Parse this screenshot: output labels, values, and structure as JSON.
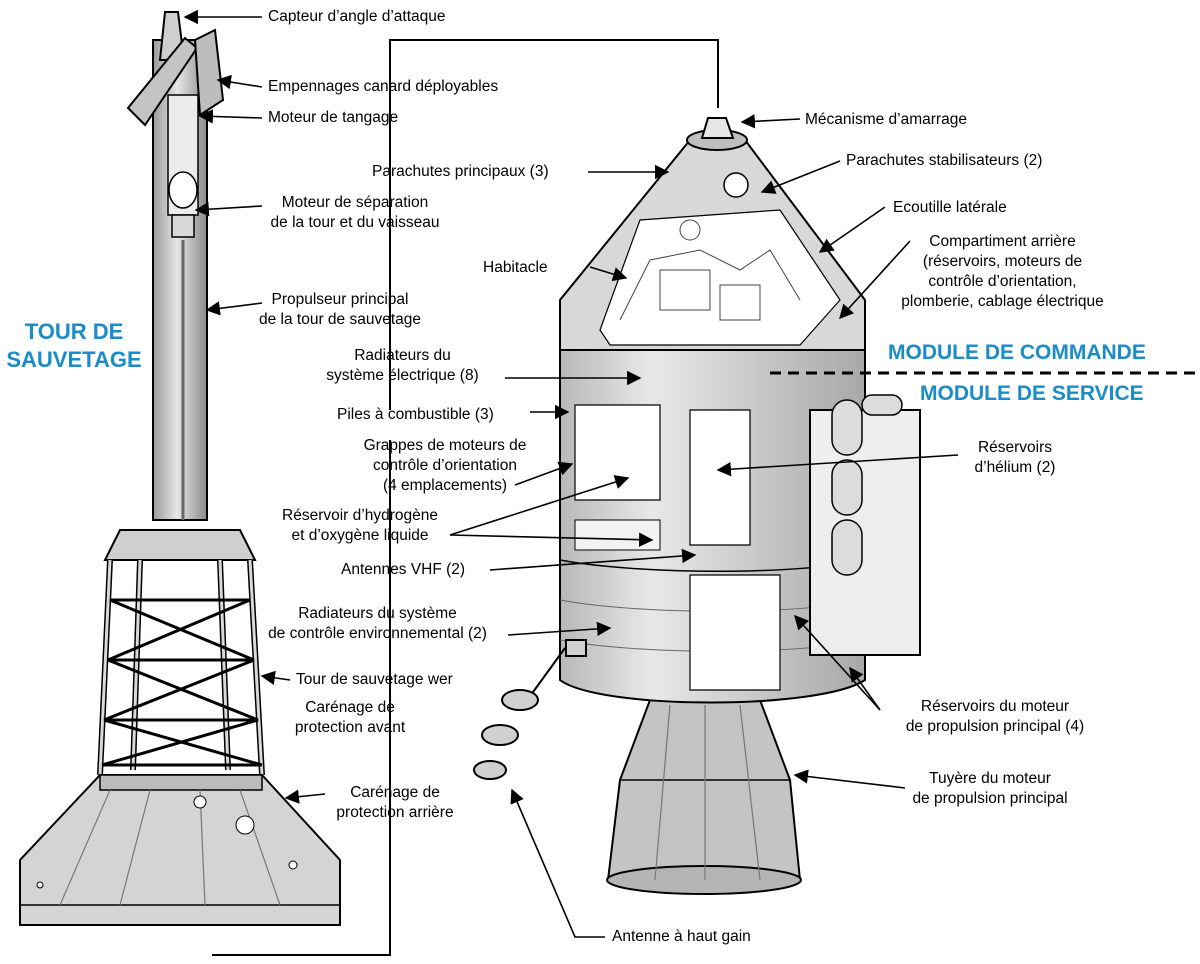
{
  "labels": {
    "aoa_sensor": "Capteur d’angle d’attaque",
    "canards": "Empennages canard déployables",
    "pitch_motor": "Moteur de tangage",
    "tower_jettison": [
      "Moteur de séparation",
      "de la tour et du vaisseau"
    ],
    "main_escape_motor": [
      "Propulseur principal",
      "de la tour de sauvetage"
    ],
    "radiators_elec": [
      "Radiateurs du",
      "système électrique (8)"
    ],
    "fuel_cells": "Piles à combustible (3)",
    "rcs_quads": [
      "Grappes de moteurs de",
      "contrôle d’orientation",
      "(4 emplacements)"
    ],
    "h2_o2_tanks": [
      "Réservoir d’hydrogène",
      "et d’oxygène liquide"
    ],
    "vhf_antennas": "Antennes VHF (2)",
    "ecs_radiators": [
      "Radiateurs du système",
      "de contrôle environnemental (2)"
    ],
    "escape_tower": "Tour de sauvetage wer",
    "fwd_cover": [
      "Carénage de",
      "protection avant"
    ],
    "aft_cover": [
      "Carénage de",
      "protection arrière"
    ],
    "docking": "Mécanisme d’amarrage",
    "main_chutes": "Parachutes principaux (3)",
    "drogue_chutes": "Parachutes stabilisateurs (2)",
    "side_hatch": "Ecoutille latérale",
    "aft_compartment": [
      "Compartiment arrière",
      "(réservoirs, moteurs de",
      "contrôle d’orientation,",
      "plomberie, cablage électrique"
    ],
    "crew_cabin": "Habitacle",
    "helium_tanks": [
      "Réservoirs",
      "d’hélium (2)"
    ],
    "sps_tanks": [
      "Réservoirs du moteur",
      "de propulsion principal (4)"
    ],
    "sps_nozzle": [
      "Tuyère du moteur",
      "de propulsion principal"
    ],
    "hga": "Antenne à haut gain"
  },
  "titles": {
    "tower": [
      "TOUR  DE",
      "SAUVETAGE"
    ],
    "command_module": "MODULE DE COMMANDE",
    "service_module": "MODULE DE SERVICE"
  },
  "colors": {
    "accent": "#1a8cc8",
    "line": "#000000",
    "body_fill": "#d6d6d6",
    "nozzle_fill": "#c8c8c8"
  }
}
